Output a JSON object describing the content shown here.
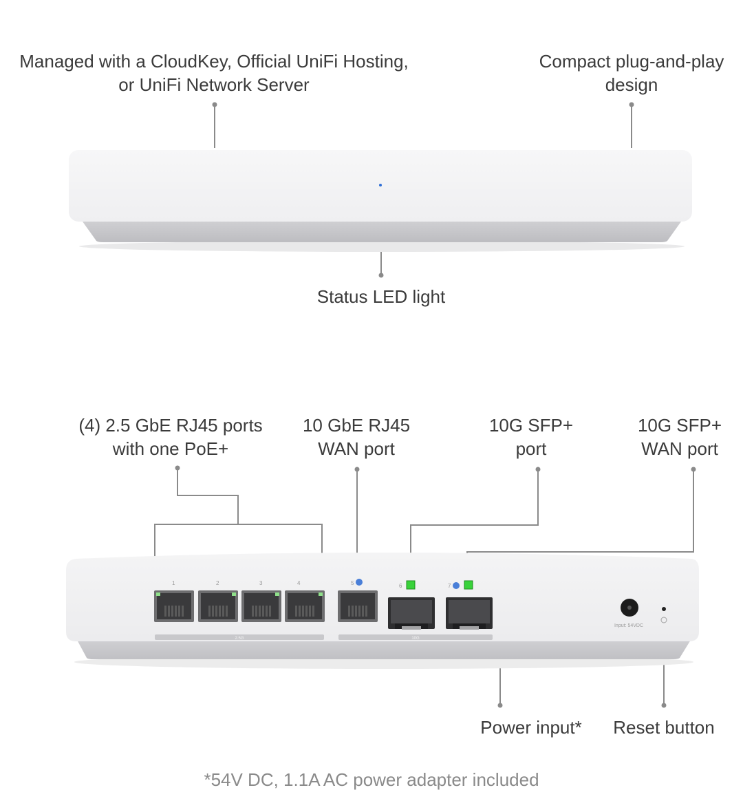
{
  "top_view": {
    "callouts": {
      "managed": {
        "line1": "Managed with a CloudKey, Official UniFi Hosting,",
        "line2": "or UniFi Network Server"
      },
      "compact": {
        "line1": "Compact plug-and-play",
        "line2": "design"
      },
      "status_led": {
        "line1": "Status LED light"
      }
    },
    "led_color": "#2f6fd6"
  },
  "rear_view": {
    "callouts": {
      "rj45_ports": {
        "line1": "(4) 2.5 GbE RJ45 ports",
        "line2": "with one PoE+"
      },
      "wan_rj45": {
        "line1": "10 GbE RJ45",
        "line2": "WAN port"
      },
      "sfp_port": {
        "line1": "10G SFP+",
        "line2": "port"
      },
      "sfp_wan": {
        "line1": "10G SFP+",
        "line2": "WAN port"
      },
      "power_input": {
        "line1": "Power input*"
      },
      "reset_button": {
        "line1": "Reset button"
      }
    },
    "port_labels": [
      "1",
      "2",
      "3",
      "4",
      "5",
      "6",
      "7"
    ],
    "group_labels": {
      "rj45": "2.5G",
      "ten_g": "10G"
    },
    "power_label": "Input: 54VDC",
    "sfp_led_color": "#39d23a",
    "port_led_color": "#8fe08a"
  },
  "footnote": "*54V DC, 1.1A AC power adapter included"
}
